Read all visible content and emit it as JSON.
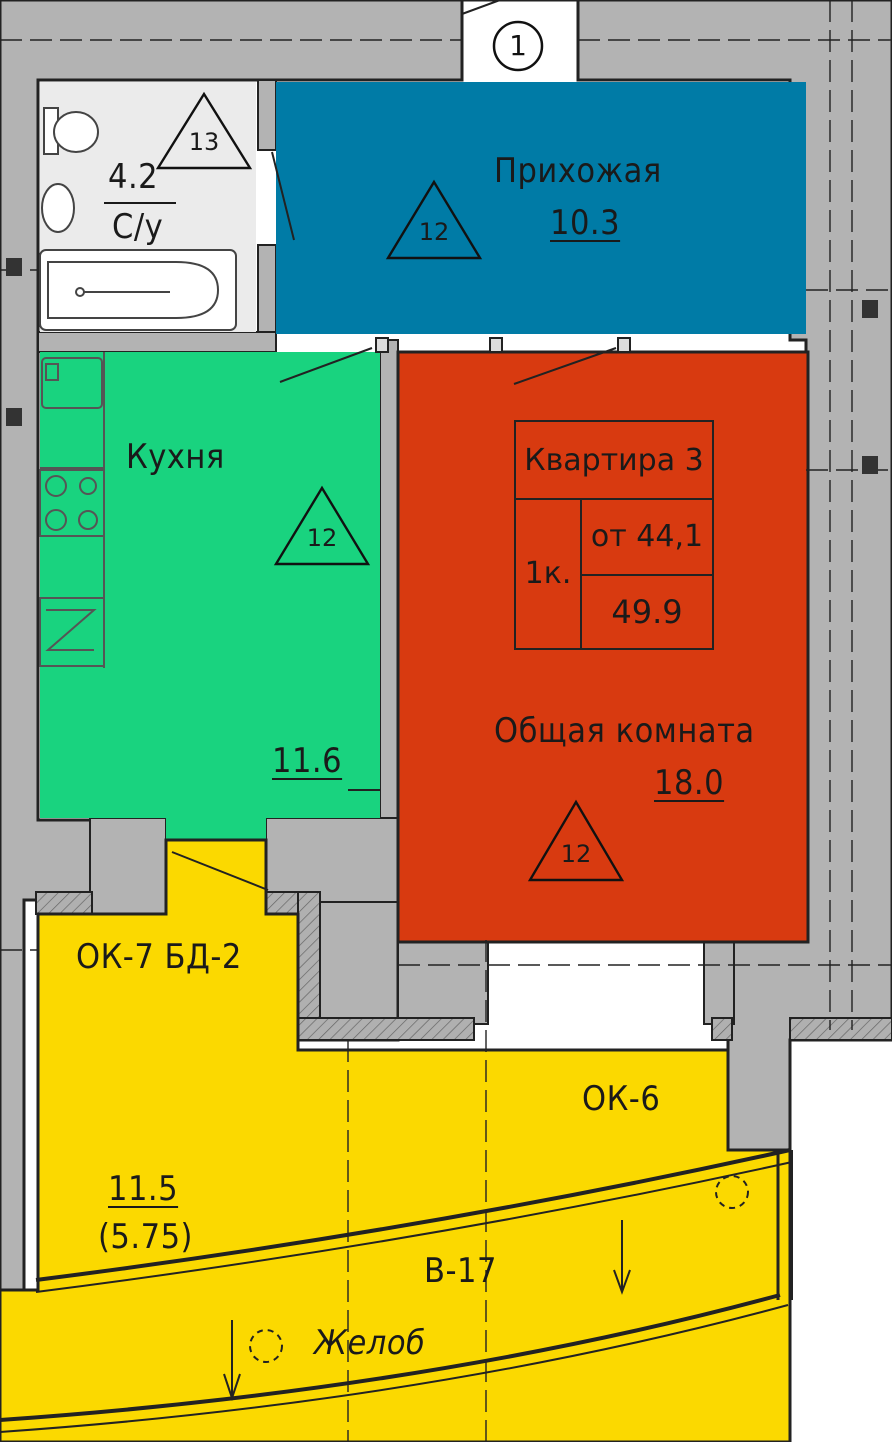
{
  "axis_marker": "1",
  "rooms": {
    "bathroom": {
      "area": "4.2",
      "name": "С/у",
      "mark": "13"
    },
    "hallway": {
      "name": "Прихожая",
      "area": "10.3",
      "mark": "12"
    },
    "kitchen": {
      "name": "Кухня",
      "area": "11.6",
      "mark": "12"
    },
    "living": {
      "name": "Общая комната",
      "area": "18.0",
      "mark": "12"
    },
    "balcony": {
      "area": "11.5",
      "area_reduced": "(5.75)"
    }
  },
  "stamp": {
    "title": "Квартира 3",
    "rooms_count": "1к.",
    "area_from": "от 44,1",
    "area_total": "49.9"
  },
  "openings": {
    "balcony_door": "ОК-7 БД-2",
    "window": "ОК-6",
    "section": "В-17",
    "gutter": "Желоб"
  },
  "colors": {
    "wall": "#b3b3b3",
    "bathroom": "#ebebeb",
    "hallway": "#007ba6",
    "kitchen": "#19d37f",
    "living": "#d83a10",
    "balcony": "#fbd900"
  }
}
